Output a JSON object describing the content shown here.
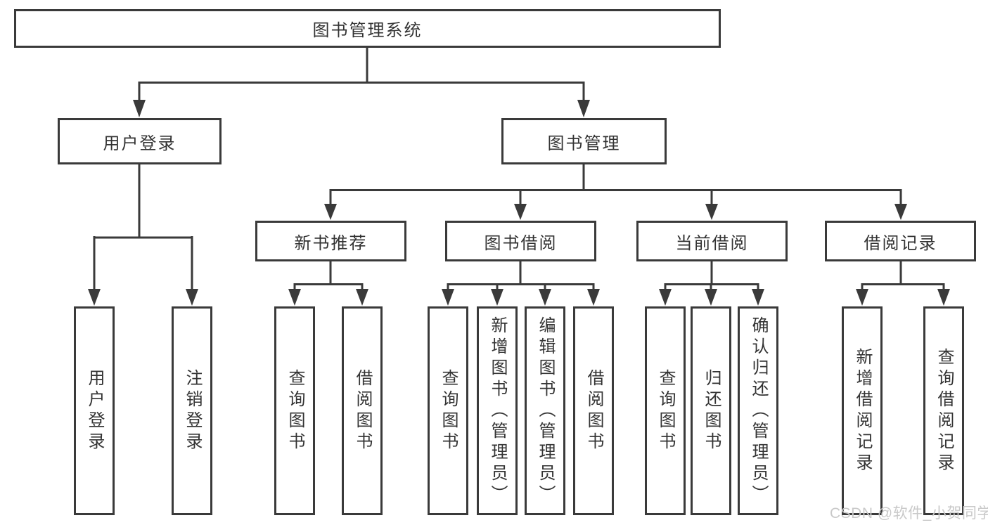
{
  "diagram": {
    "root": "图书管理系统",
    "level2": {
      "user_login": "用户登录",
      "book_mgmt": "图书管理"
    },
    "level3": {
      "new_books": "新书推荐",
      "borrowing": "图书借阅",
      "current": "当前借阅",
      "records": "借阅记录"
    },
    "leaves": {
      "ul_login": "用户登录",
      "ul_logout": "注销登录",
      "nb_search": "查询图书",
      "nb_borrow": "借阅图书",
      "bb_search": "查询图书",
      "bb_add": "新增图书（管理员）",
      "bb_edit": "编辑图书（管理员）",
      "bb_borrow": "借阅图书",
      "cb_search": "查询图书",
      "cb_return": "归还图书",
      "cb_confirm": "确认归还（管理员）",
      "br_add": "新增借阅记录",
      "br_search": "查询借阅记录"
    }
  },
  "watermark": "CSDN @软件_小贺同学",
  "colors": {
    "line": "#3a3a3a",
    "text": "#333333",
    "watermark": "#c9c9c9",
    "background": "#ffffff"
  }
}
